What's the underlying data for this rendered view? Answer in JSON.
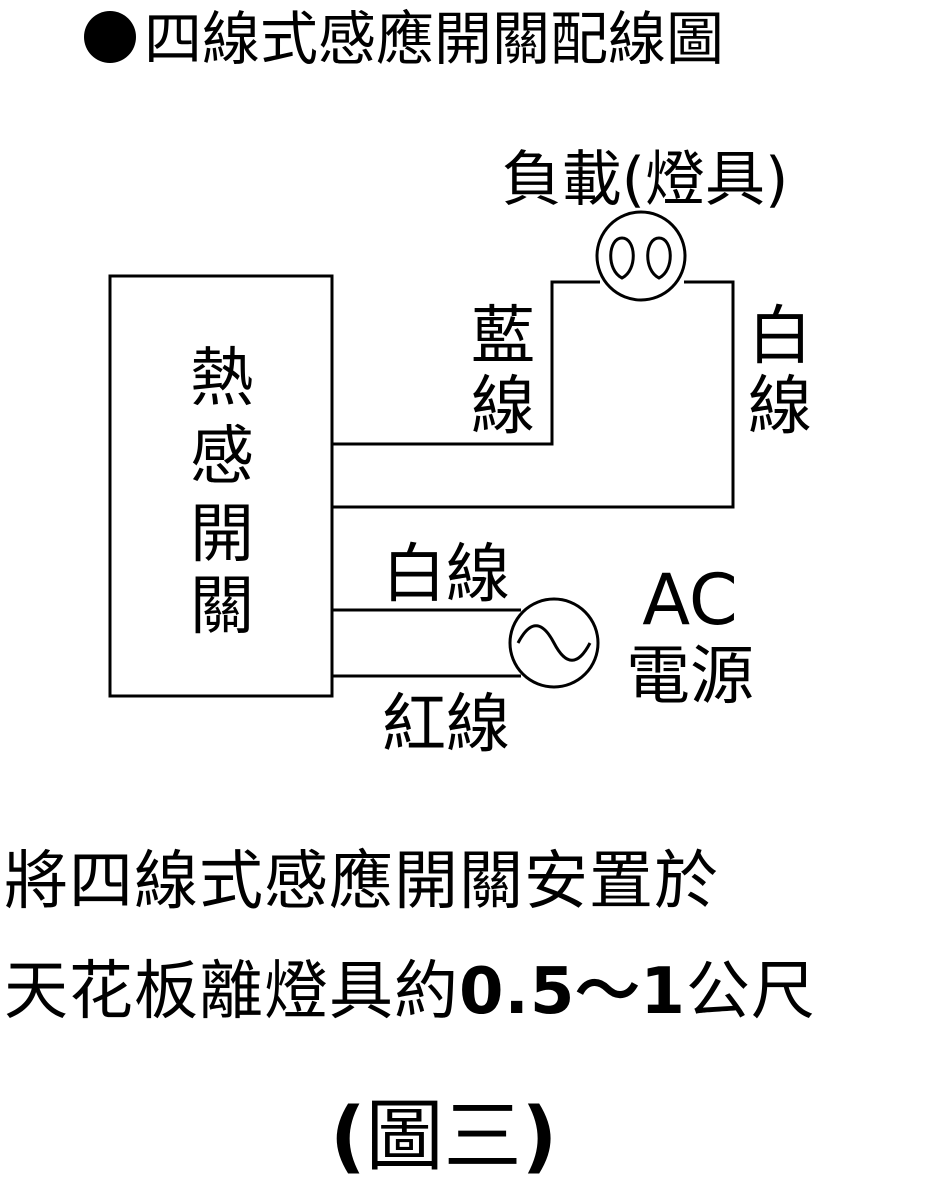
{
  "title": "四線式感應開關配線圖",
  "switch_label": [
    "熱",
    "感",
    "開",
    "關"
  ],
  "load_label": "負載(燈具)",
  "wire_blue": [
    "藍",
    "線"
  ],
  "wire_white_right": [
    "白",
    "線"
  ],
  "wire_white_ac": "白線",
  "wire_red": "紅線",
  "ac_label": "AC",
  "ac_source": "電源",
  "caption": {
    "line1": "將四線式感應開關安置於",
    "line2_prefix": "天花板離燈具約",
    "line2_range": "0.5～1",
    "line2_unit": "公尺"
  },
  "figure": {
    "open": "(",
    "label": "圖三",
    "close": ")"
  }
}
